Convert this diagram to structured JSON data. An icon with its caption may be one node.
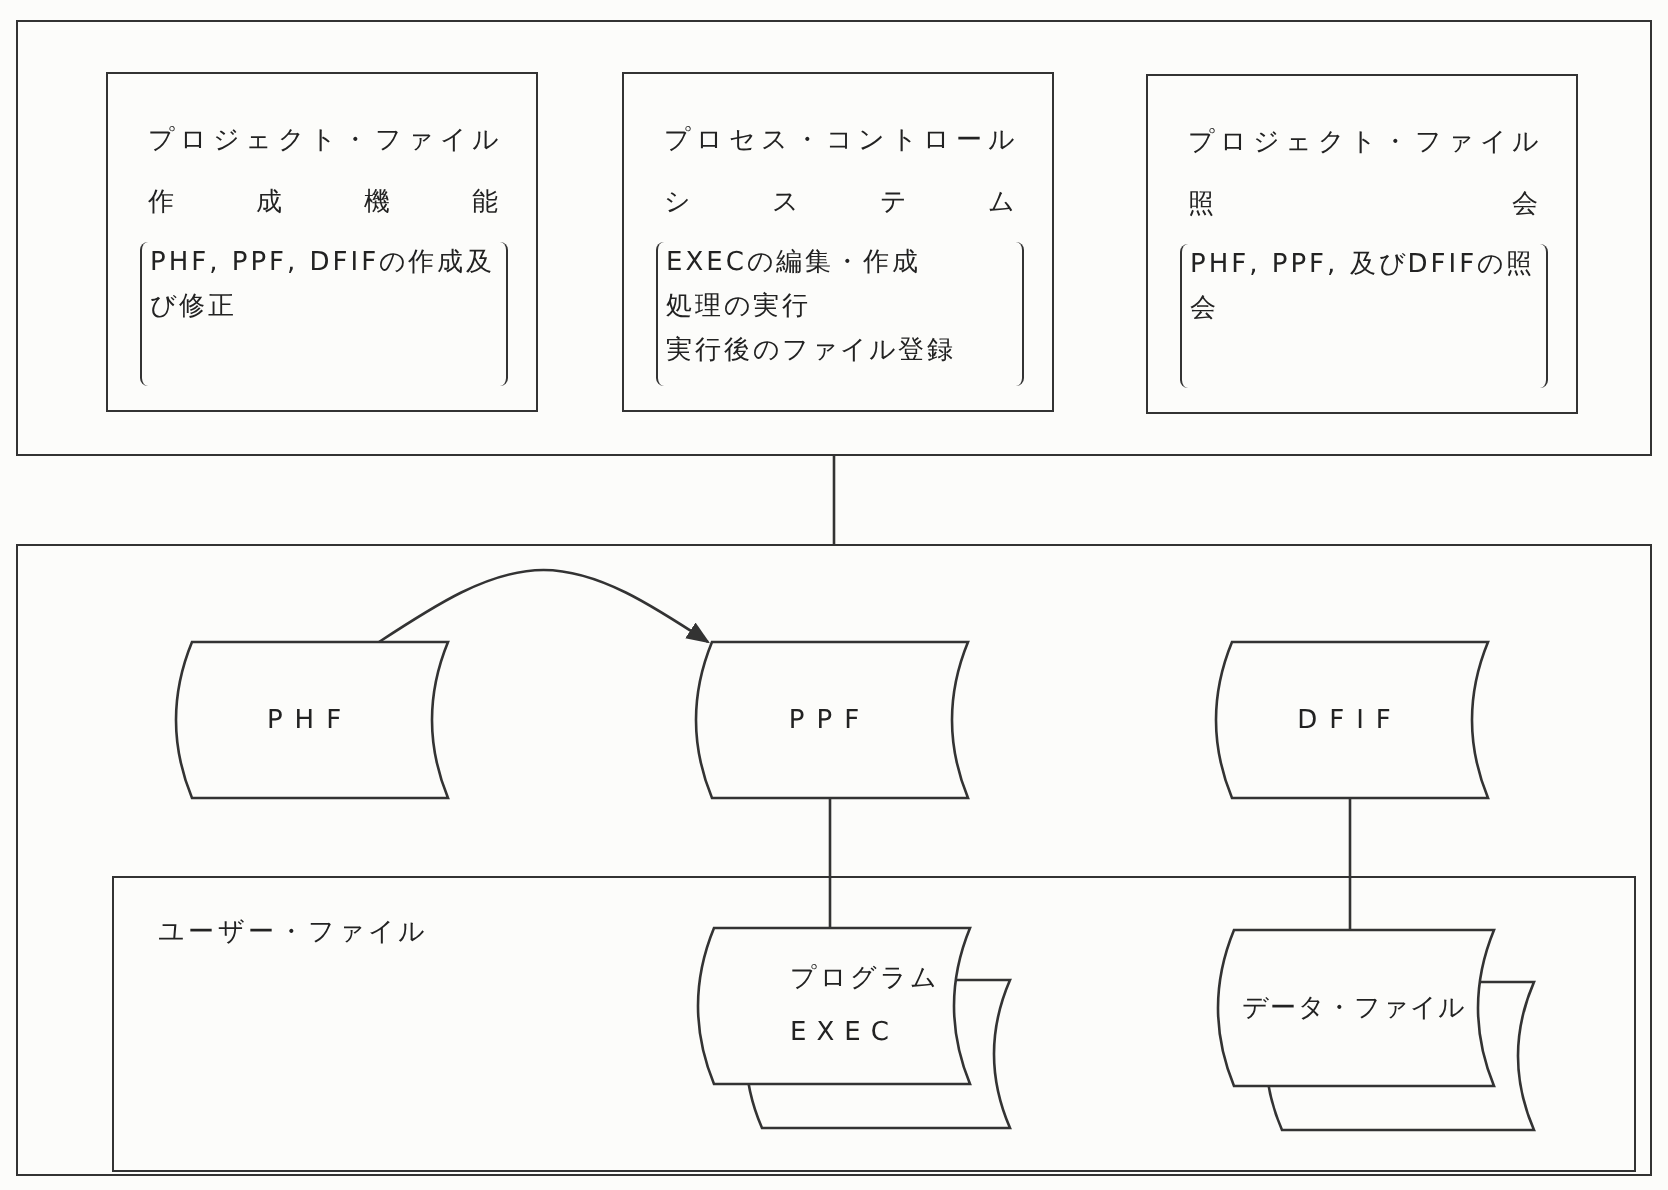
{
  "diagram": {
    "nodes": [
      {
        "text": [],
        "shape": "box"
      },
      {
        "text": [
          "プロジェクト・ファイル作成機能",
          "PHF, PPF, DFIFの作成及び修正"
        ],
        "in": 0
      },
      {
        "text": [
          "プロセス・コントロールシステム",
          "EXECの編集・作成",
          "処理の実行",
          "実行後のファイル登録"
        ],
        "in": 0
      },
      {
        "text": [
          "プロジェクト・ファイル照会",
          "PHF, PPF, 及びDFIFの照会"
        ],
        "in": 0
      },
      {
        "text": [],
        "shape": "box"
      },
      {
        "text": [
          "PHF"
        ],
        "in": 4
      },
      {
        "text": [
          "PPF"
        ],
        "in": 4
      },
      {
        "text": [
          "DFIF"
        ],
        "in": 4
      },
      {
        "text": [
          "ユーザー・ファイル"
        ],
        "in": 4
      },
      {
        "text": [
          "プログラム",
          "EXEC"
        ],
        "in": 8
      },
      {
        "text": [
          "データ・ファイル"
        ],
        "in": 8
      }
    ],
    "edges": [
      {
        "from": 0,
        "to": 4,
        "arrow": "none"
      },
      {
        "from": 5,
        "to": 6,
        "arrow": "to"
      },
      {
        "from": 6,
        "to": 9,
        "arrow": "none"
      },
      {
        "from": 7,
        "to": 10,
        "arrow": "none"
      }
    ]
  }
}
